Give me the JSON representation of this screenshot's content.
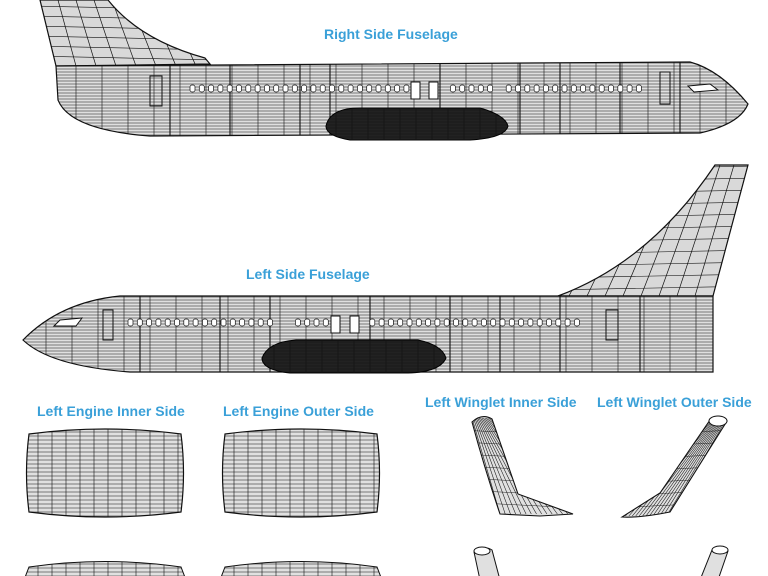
{
  "labels": {
    "right_fuselage": "Right Side Fuselage",
    "left_fuselage": "Left Side Fuselage",
    "engine_inner": "Left Engine Inner Side",
    "engine_outer": "Left Engine Outer Side",
    "winglet_inner": "Left Winglet Inner Side",
    "winglet_outer": "Left Winglet Outer Side"
  },
  "colors": {
    "label": "#3aa0d8",
    "skin": "#d9d9d9",
    "line": "#111111"
  }
}
